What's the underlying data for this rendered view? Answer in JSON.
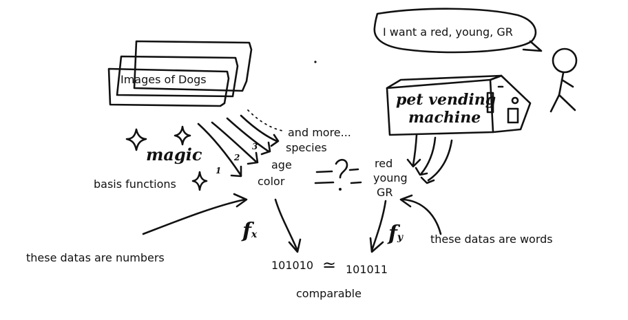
{
  "labels": {
    "images_of_dogs": "Images of Dogs",
    "and_more": "and more...",
    "species": "species",
    "age": "age",
    "color": "color",
    "basis_functions": "basis functions",
    "magic": "magic",
    "step_1": "1",
    "step_2": "2",
    "step_3": "3",
    "speech": "I want a red, young, GR",
    "pet_vending": "pet vending",
    "machine": "machine",
    "red": "red",
    "young": "young",
    "gr": "GR",
    "equal_question": "= ? =",
    "fx": "f",
    "fx_sub": "x",
    "fy": "f",
    "fy_sub": "y",
    "numbers_note": "these datas are numbers",
    "words_note": "these datas are words",
    "code_left": "101010",
    "approx": "≃",
    "code_right": "101011",
    "comparable": "comparable"
  }
}
